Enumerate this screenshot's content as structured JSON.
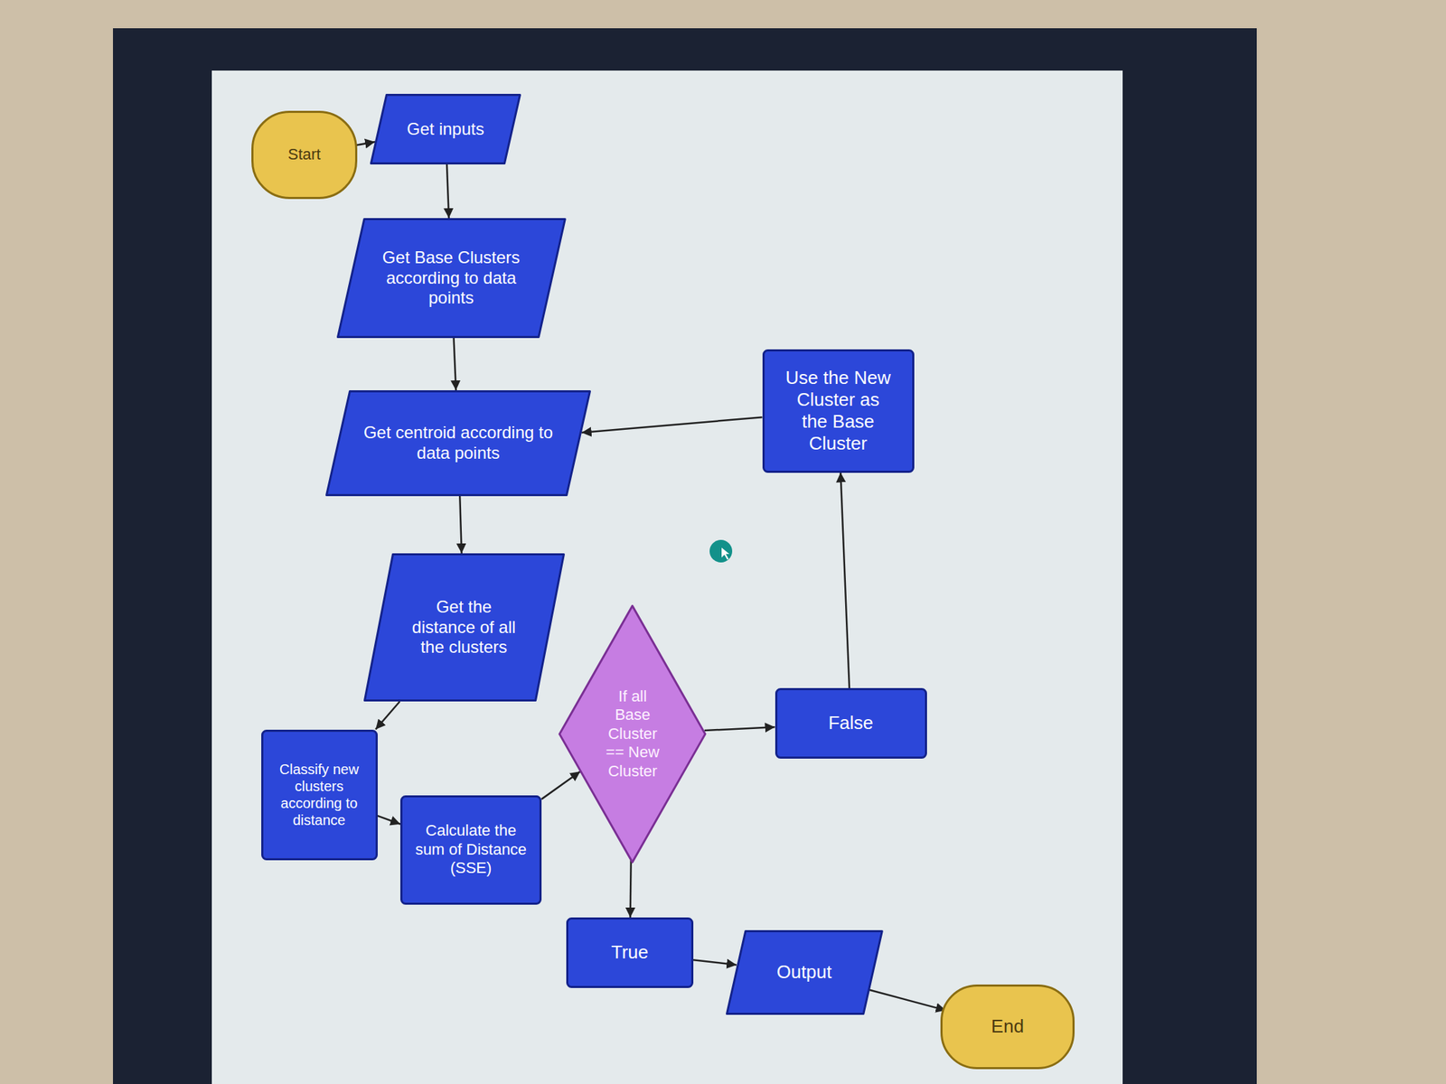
{
  "diagram": {
    "nodes": [
      {
        "text": [
          "Start"
        ]
      },
      {
        "text": [
          "Get inputs"
        ]
      },
      {
        "text": [
          "Get Base Clusters according to data points"
        ]
      },
      {
        "text": [
          "Get centroid according to data points"
        ]
      },
      {
        "text": [
          "Use the New Cluster as the Base Cluster"
        ]
      },
      {
        "text": [
          "Get the distance of all the clusters"
        ]
      },
      {
        "text": [
          "If all Base Cluster == New Cluster"
        ]
      },
      {
        "text": [
          "False"
        ]
      },
      {
        "text": [
          "Classify new clusters according to distance"
        ]
      },
      {
        "text": [
          "Calculate the sum of Distance (SSE)"
        ]
      },
      {
        "text": [
          "True"
        ]
      },
      {
        "text": [
          "Output"
        ]
      },
      {
        "text": [
          "End"
        ]
      }
    ],
    "edges": [
      {
        "from": 0,
        "to": 1,
        "arrow": "to"
      },
      {
        "from": 1,
        "to": 2,
        "arrow": "to"
      },
      {
        "from": 2,
        "to": 3,
        "arrow": "to"
      },
      {
        "from": 3,
        "to": 5,
        "arrow": "to"
      },
      {
        "from": 5,
        "to": 8,
        "arrow": "to"
      },
      {
        "from": 8,
        "to": 9,
        "arrow": "to"
      },
      {
        "from": 9,
        "to": 6,
        "arrow": "to"
      },
      {
        "from": 6,
        "to": 7,
        "arrow": "to"
      },
      {
        "from": 7,
        "to": 4,
        "arrow": "to"
      },
      {
        "from": 4,
        "to": 3,
        "arrow": "to"
      },
      {
        "from": 6,
        "to": 10,
        "arrow": "to"
      },
      {
        "from": 10,
        "to": 11,
        "arrow": "to"
      },
      {
        "from": 11,
        "to": 12,
        "arrow": "to"
      }
    ]
  }
}
